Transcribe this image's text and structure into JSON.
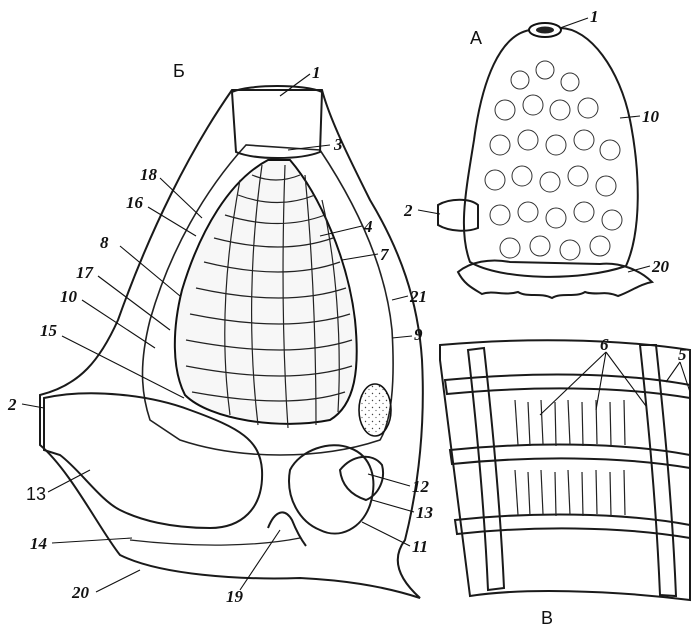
{
  "panels": {
    "A": "А",
    "B": "Б",
    "V": "В"
  },
  "labels": {
    "a_1": "1",
    "a_10": "10",
    "a_2": "2",
    "a_20": "20",
    "b_1": "1",
    "b_3": "3",
    "b_18": "18",
    "b_16": "16",
    "b_4": "4",
    "b_8": "8",
    "b_7": "7",
    "b_17": "17",
    "b_21": "21",
    "b_10": "10",
    "b_9": "9",
    "b_15": "15",
    "b_2": "2",
    "b_13a": "13",
    "b_12": "12",
    "b_13b": "13",
    "b_14": "14",
    "b_11": "11",
    "b_20": "20",
    "b_19": "19",
    "v_6": "6",
    "v_5": "5"
  }
}
